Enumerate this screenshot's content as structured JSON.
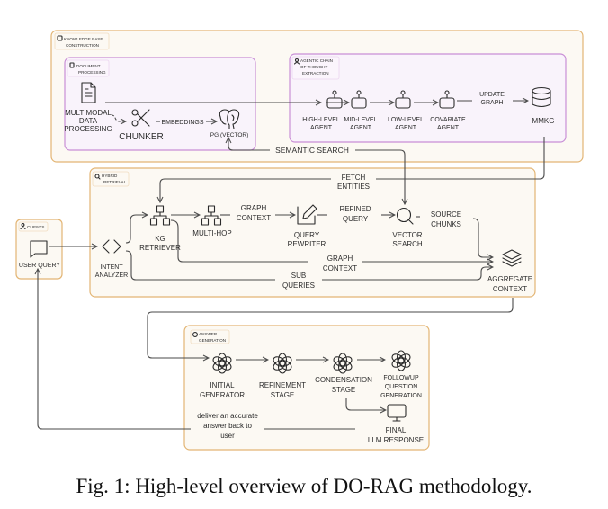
{
  "figure": {
    "caption": "Fig. 1: High-level overview of DO-RAG methodology.",
    "colors": {
      "outer_group_fill": "#fcf9f3",
      "outer_group_border": "#e3b574",
      "inner_group_fill": "#f9f3fb",
      "inner_group_border": "#c98fd6",
      "edge": "#4a4a4a",
      "text": "#2b2b2b"
    },
    "groups": {
      "kb": {
        "label_line1": "KNOWLEDGE BASE",
        "label_line2": "CONSTRUCTION",
        "icon": "database-icon"
      },
      "doc": {
        "label_line1": "DOCUMENT",
        "label_line2": "PROCESSING",
        "icon": "document-icon"
      },
      "agentic": {
        "label_line1": "AGENTIC CHAIN",
        "label_line2": "OF THOUGHT",
        "label_line3": "EXTRACTION",
        "icon": "users-icon"
      },
      "hybrid": {
        "label_line1": "HYBRID",
        "label_line2": "RETRIEVAL",
        "icon": "search-icon"
      },
      "clients": {
        "label_line1": "CLIENTS",
        "icon": "user-icon"
      },
      "answer": {
        "label_line1": "ANSWER",
        "label_line2": "GENERATION",
        "icon": "openai-icon"
      }
    },
    "nodes": {
      "multimodal": {
        "l1": "MULTIMODAL",
        "l2": "DATA",
        "l3": "PROCESSING",
        "icon": "document-icon"
      },
      "chunker": {
        "l1": "CHUNKER",
        "icon": "scissors-icon"
      },
      "pg_vector": {
        "l1": "PG (VECTOR)",
        "icon": "postgres-elephant-icon"
      },
      "high_agent": {
        "l1": "HIGH-LEVEL",
        "l2": "AGENT",
        "icon": "robot-icon"
      },
      "mid_agent": {
        "l1": "MID-LEVEL",
        "l2": "AGENT",
        "icon": "robot-icon"
      },
      "low_agent": {
        "l1": "LOW-LEVEL",
        "l2": "AGENT",
        "icon": "robot-icon"
      },
      "cov_agent": {
        "l1": "COVARIATE",
        "l2": "AGENT",
        "icon": "robot-icon"
      },
      "mmkg": {
        "l1": "MMKG",
        "icon": "database-icon"
      },
      "user_query": {
        "l1": "USER QUERY",
        "icon": "chat-bubble-icon"
      },
      "intent": {
        "l1": "INTENT",
        "l2": "ANALYZER",
        "icon": "angle-brackets-icon"
      },
      "kg_retriever": {
        "l1": "KG",
        "l2": "RETRIEVER",
        "icon": "hierarchy-icon"
      },
      "multihop": {
        "l1": "MULTI-HOP",
        "icon": "hierarchy-icon"
      },
      "query_rewriter": {
        "l1": "QUERY",
        "l2": "REWRITER",
        "icon": "edit-icon"
      },
      "vector_search": {
        "l1": "VECTOR",
        "l2": "SEARCH",
        "icon": "search-icon"
      },
      "aggregate": {
        "l1": "AGGREGATE",
        "l2": "CONTEXT",
        "icon": "layers-icon"
      },
      "initial_gen": {
        "l1": "INITIAL",
        "l2": "GENERATOR",
        "icon": "openai-icon"
      },
      "refinement": {
        "l1": "REFINEMENT",
        "l2": "STAGE",
        "icon": "openai-icon"
      },
      "condensation": {
        "l1": "CONDENSATION",
        "l2": "STAGE",
        "icon": "openai-icon"
      },
      "followup": {
        "l1": "FOLLOWUP",
        "l2": "QUESTION",
        "l3": "GENERATION",
        "icon": "openai-icon"
      },
      "final": {
        "l1": "FINAL",
        "l2": "LLM RESPONSE",
        "icon": "monitor-icon"
      }
    },
    "edge_labels": {
      "embeddings": "EMBEDDINGS",
      "update_graph_1": "UPDATE",
      "update_graph_2": "GRAPH",
      "semantic_search": "SEMANTIC SEARCH",
      "fetch_1": "FETCH",
      "fetch_2": "ENTITIES",
      "graph_ctx_1": "GRAPH",
      "graph_ctx_2": "CONTEXT",
      "refined_1": "REFINED",
      "refined_2": "QUERY",
      "source_1": "SOURCE",
      "source_2": "CHUNKS",
      "graph_ctx_b1": "GRAPH",
      "graph_ctx_b2": "CONTEXT",
      "sub_1": "SUB",
      "sub_2": "QUERIES",
      "deliver_1": "deliver an accurate",
      "deliver_2": "answer back to",
      "deliver_3": "user"
    }
  }
}
